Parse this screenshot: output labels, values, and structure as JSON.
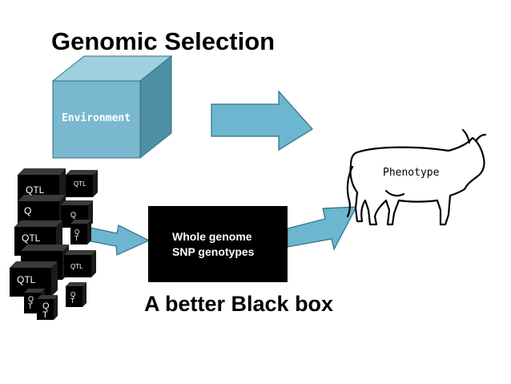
{
  "title": "Genomic Selection",
  "environment_label": "Environment",
  "black_box": {
    "line1": "Whole genome",
    "line2": "SNP genotypes"
  },
  "subtitle": "A better Black box",
  "phenotype_label": "Phenotype",
  "qtl": {
    "large": "QTL",
    "small": "QTL",
    "q": "Q",
    "qt": "Q T"
  },
  "colors": {
    "cube_front": "#7ab8cf",
    "cube_top": "#9fd0e0",
    "cube_side": "#4f8fa6",
    "arrow_fill": "#6cb6d0",
    "arrow_stroke": "#2f6f87"
  }
}
